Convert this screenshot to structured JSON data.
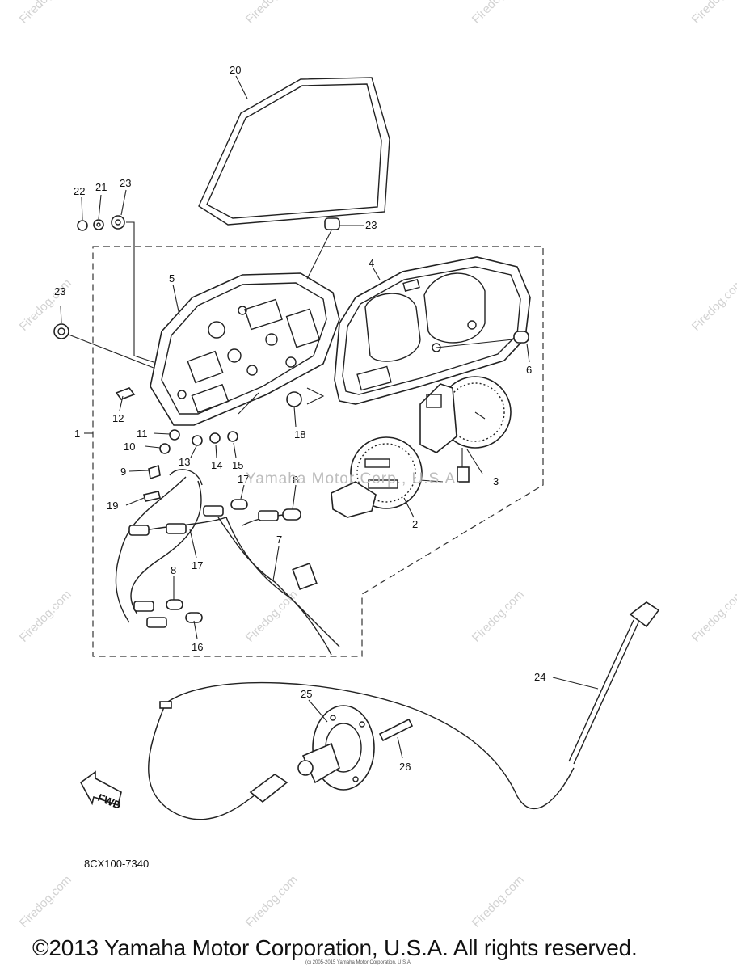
{
  "watermark": {
    "text": "Firedog.com",
    "overlay": "Yamaha Motor Corp., U.S.A."
  },
  "labels": {
    "p1": "1",
    "p2": "2",
    "p3": "3",
    "p4": "4",
    "p5": "5",
    "p6": "6",
    "p7": "7",
    "p8a": "8",
    "p8b": "8",
    "p9": "9",
    "p10": "10",
    "p11": "11",
    "p12": "12",
    "p13": "13",
    "p14": "14",
    "p15": "15",
    "p16": "16",
    "p17a": "17",
    "p17b": "17",
    "p18": "18",
    "p19": "19",
    "p20": "20",
    "p21": "21",
    "p22": "22",
    "p23a": "23",
    "p23b": "23",
    "p23c": "23",
    "p24": "24",
    "p25": "25",
    "p26": "26"
  },
  "fwd_label": "FWD",
  "diagram_code": "8CX100-7340",
  "copyright": "©2013 Yamaha Motor Corporation, U.S.A. All rights reserved.",
  "fine_print": "(c) 2005-2015 Yamaha Motor Corporation, U.S.A."
}
